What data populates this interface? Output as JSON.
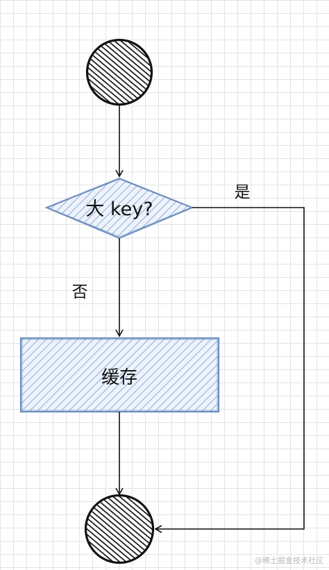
{
  "nodes": {
    "decision_label": "大 key?",
    "process_label": "缓存"
  },
  "edges": {
    "yes_label": "是",
    "no_label": "否"
  },
  "watermark": "@稀土掘金技术社区",
  "colors": {
    "shape_stroke": "#6c8ebf",
    "shape_fill": "#dae8fc",
    "line": "#111111",
    "terminal_fill": "#111111"
  }
}
